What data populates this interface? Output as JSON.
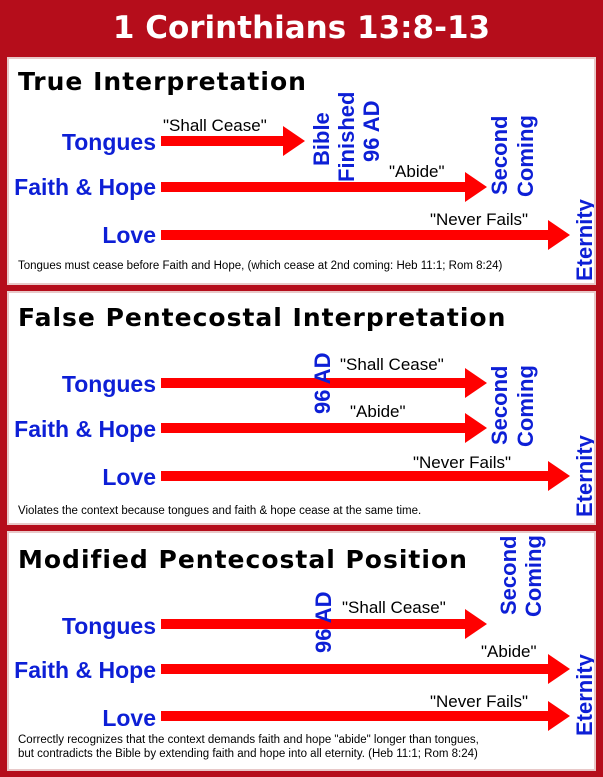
{
  "title": "1 Corinthians 13:8-13",
  "panels": [
    {
      "heading": "True Interpretation",
      "rows": [
        {
          "label": "Tongues",
          "quote": "\"Shall Cease\""
        },
        {
          "label": "Faith & Hope",
          "quote": "\"Abide\""
        },
        {
          "label": "Love",
          "quote": "\"Never Fails\""
        }
      ],
      "markers": [
        "Bible",
        "Finished",
        "96 AD",
        "Second",
        "Coming",
        "Eternity"
      ],
      "notes": [
        "Tongues must cease before Faith and Hope, (which cease at 2nd coming: Heb 11:1; Rom 8:24)"
      ]
    },
    {
      "heading": "False Pentecostal Interpretation",
      "rows": [
        {
          "label": "Tongues",
          "quote": "\"Shall Cease\""
        },
        {
          "label": "Faith & Hope",
          "quote": "\"Abide\""
        },
        {
          "label": "Love",
          "quote": "\"Never Fails\""
        }
      ],
      "markers": [
        "96 AD",
        "Second",
        "Coming",
        "Eternity"
      ],
      "notes": [
        "Violates the context because tongues and faith & hope cease at the same time."
      ]
    },
    {
      "heading": "Modified Pentecostal Position",
      "rows": [
        {
          "label": "Tongues",
          "quote": "\"Shall Cease\""
        },
        {
          "label": "Faith & Hope",
          "quote": "\"Abide\""
        },
        {
          "label": "Love",
          "quote": "\"Never Fails\""
        }
      ],
      "markers": [
        "96 AD",
        "Second",
        "Coming",
        "Eternity"
      ],
      "notes": [
        "Correctly recognizes that the context demands faith and hope \"abide\" longer than tongues,",
        "but contradicts the Bible by extending faith and hope into all eternity. (Heb 11:1; Rom 8:24)"
      ]
    }
  ],
  "colors": {
    "frame": "#b50d1b",
    "arrow": "#ff0000",
    "label": "#0d1fd6"
  }
}
